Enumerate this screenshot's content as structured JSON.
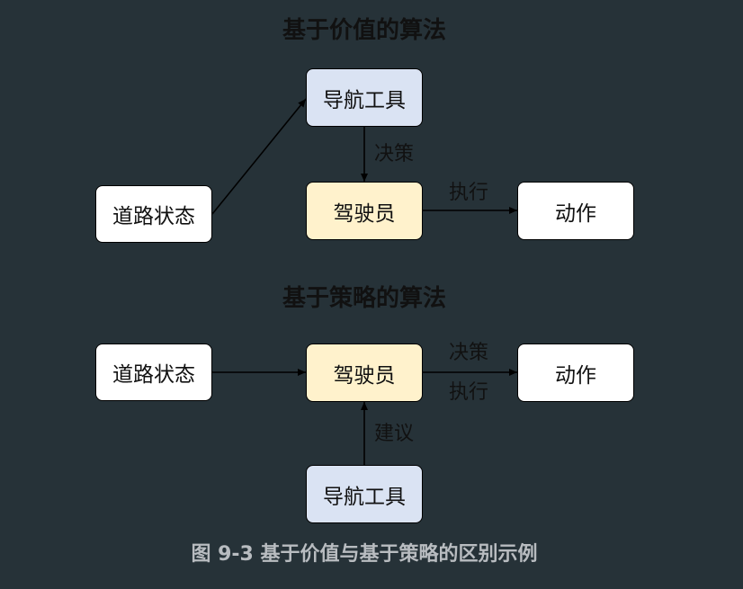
{
  "diagram1": {
    "title": "基于价值的算法",
    "nodes": {
      "road_state": "道路状态",
      "nav_tool": "导航工具",
      "driver": "驾驶员",
      "action": "动作"
    },
    "edge_labels": {
      "decide": "决策",
      "execute": "执行"
    },
    "colors": {
      "nav_tool": "#dae3f3",
      "driver": "#fff2cc"
    }
  },
  "diagram2": {
    "title": "基于策略的算法",
    "nodes": {
      "road_state": "道路状态",
      "driver": "驾驶员",
      "action": "动作",
      "nav_tool": "导航工具"
    },
    "edge_labels": {
      "decide": "决策",
      "execute": "执行",
      "suggest": "建议"
    }
  },
  "caption": "图 9-3 基于价值与基于策略的区别示例"
}
